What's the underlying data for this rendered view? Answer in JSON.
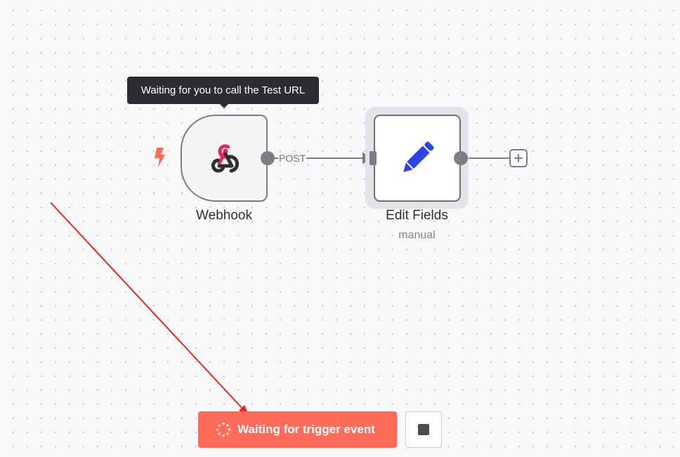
{
  "canvas": {
    "tooltip_text": "Waiting for you to call the Test URL",
    "nodes": [
      {
        "name": "Webhook",
        "icon": "webhook-icon",
        "trigger_icon": "lightning-bolt-icon"
      },
      {
        "name": "Edit Fields",
        "subtitle": "manual",
        "icon": "pencil-icon"
      }
    ],
    "connection_label": "POST",
    "add_node_icon": "plus-icon"
  },
  "toolbar": {
    "trigger_button_label": "Waiting for trigger event",
    "trigger_button_icon": "spinner-icon",
    "stop_button_icon": "stop-icon"
  },
  "colors": {
    "accent": "#ff6d5a",
    "edit_fields_icon": "#2f43e8",
    "webhook_icon_red": "#e02859",
    "annotation_arrow": "#e8281c"
  }
}
